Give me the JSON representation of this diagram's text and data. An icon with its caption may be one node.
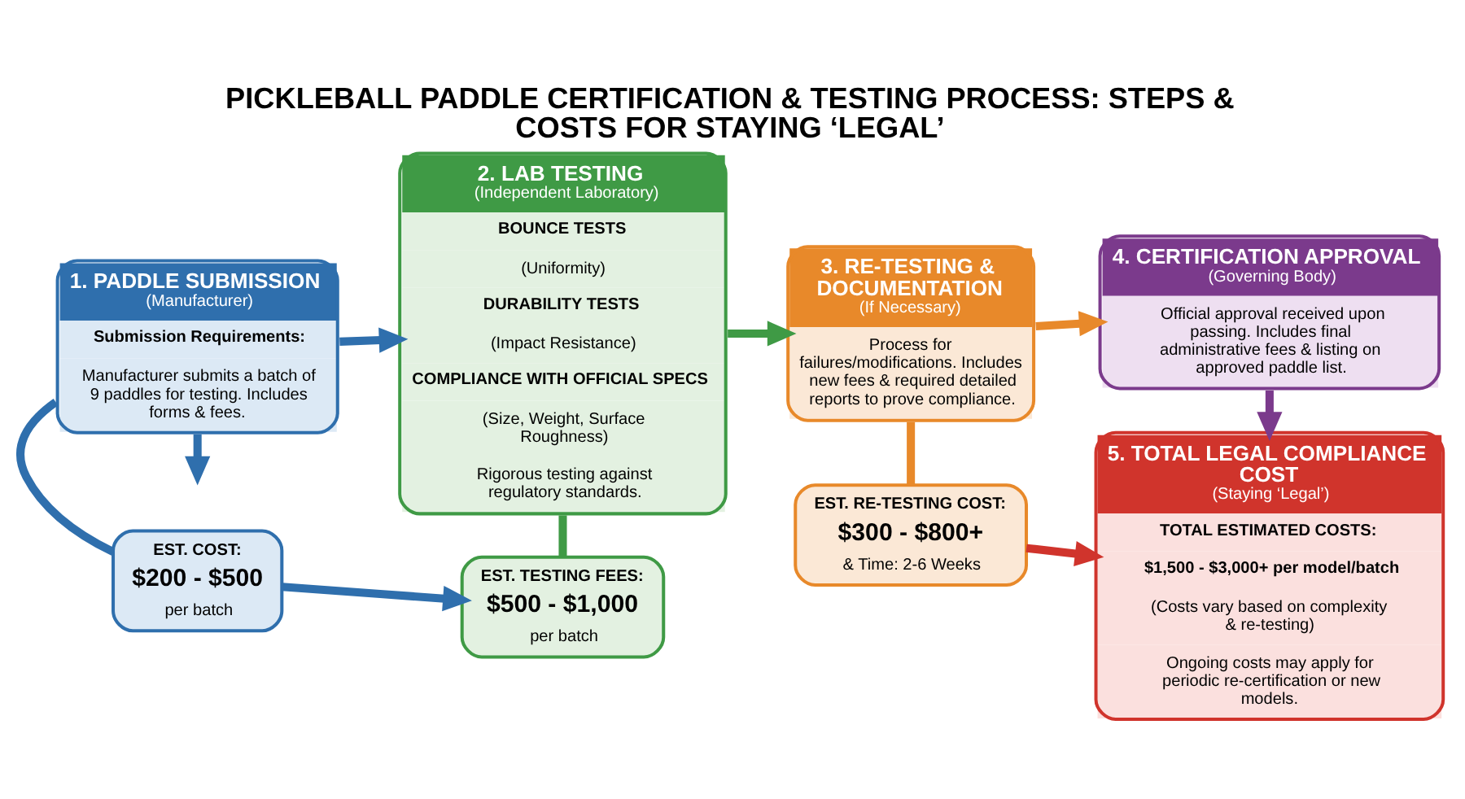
{
  "diagram": {
    "title": "PICKLEBALL PADDLE CERTIFICATION & TESTING PROCESS: STEPS & COSTS FOR STAYING ‘LEGAL’",
    "nodes": [
      {
        "text": [
          "1. PADDLE SUBMISSION",
          "(Manufacturer)",
          "Submission Requirements:",
          "Manufacturer submits a batch of 9 paddles for testing. Includes forms & fees."
        ]
      },
      {
        "text": [
          "EST. COST:",
          "$200 - $500",
          "per batch"
        ]
      },
      {
        "text": [
          "2. LAB TESTING",
          "(Independent Laboratory)",
          "BOUNCE TESTS",
          "(Uniformity)",
          "DURABILITY TESTS",
          "(Impact Resistance)",
          "COMPLIANCE WITH OFFICIAL SPECS",
          "(Size, Weight, Surface Roughness)",
          "Rigorous testing against regulatory standards."
        ]
      },
      {
        "text": [
          "EST. TESTING FEES:",
          "$500 - $1,000",
          "per batch"
        ]
      },
      {
        "text": [
          "3. RE-TESTING & DOCUMENTATION",
          "(If Necessary)",
          "Process for failures/modifications. Includes new fees & required detailed reports to prove compliance."
        ]
      },
      {
        "text": [
          "EST. RE-TESTING COST:",
          "$300 - $800+",
          "& Time: 2-6 Weeks"
        ]
      },
      {
        "text": [
          "4. CERTIFICATION APPROVAL",
          "(Governing Body)",
          "Official approval received upon passing. Includes final administrative fees & listing on approved paddle list."
        ]
      },
      {
        "text": [
          "5. TOTAL LEGAL COMPLIANCE COST",
          "(Staying ‘Legal’)",
          "TOTAL ESTIMATED COSTS:",
          "$1,500 - $3,000+ per model/batch",
          "(Costs vary based on complexity & re-testing)",
          "Ongoing costs may apply for periodic re-certification or new models."
        ]
      }
    ],
    "edges": [
      {
        "from": 0,
        "to": null,
        "arrow": "to",
        "color": "#2f6fad"
      },
      {
        "from": 0,
        "to": 2,
        "arrow": "to",
        "color": "#2f6fad"
      },
      {
        "from": 0,
        "to": 1,
        "arrow": "none",
        "color": "#2f6fad"
      },
      {
        "from": 1,
        "to": 3,
        "arrow": "to",
        "color": "#2f6fad"
      },
      {
        "from": 2,
        "to": 4,
        "arrow": "to",
        "color": "#3f9a45"
      },
      {
        "from": 2,
        "to": 3,
        "arrow": "none",
        "color": "#3f9a45"
      },
      {
        "from": 4,
        "to": 6,
        "arrow": "to",
        "color": "#e8892a"
      },
      {
        "from": 4,
        "to": 5,
        "arrow": "none",
        "color": "#e8892a"
      },
      {
        "from": 5,
        "to": 7,
        "arrow": "to",
        "color": "#d0342c"
      },
      {
        "from": 6,
        "to": 7,
        "arrow": "to",
        "color": "#7b3a8c"
      }
    ]
  }
}
